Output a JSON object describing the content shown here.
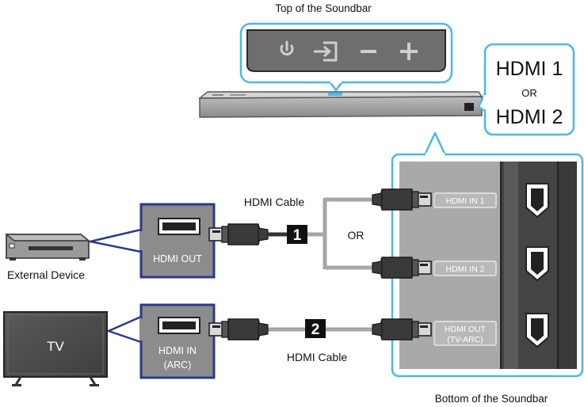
{
  "labels": {
    "top_title": "Top of the Soundbar",
    "bottom_title": "Bottom of the Soundbar",
    "hdmi1": "HDMI 1",
    "or_small": "OR",
    "hdmi2": "HDMI 2",
    "hdmi_cable_top": "HDMI Cable",
    "hdmi_cable_bottom": "HDMI Cable",
    "or_middle": "OR",
    "badge1": "1",
    "badge2": "2",
    "ext_port": "HDMI OUT",
    "ext_device": "External Device",
    "tv_port_line1": "HDMI IN",
    "tv_port_line2": "(ARC)",
    "tv_screen": "TV",
    "port_in1": "HDMI IN 1",
    "port_in2": "HDMI IN 2",
    "port_out_line1": "HDMI OUT",
    "port_out_line2": "(TV-ARC)"
  },
  "top_panel_icons": [
    "power-icon",
    "source-icon",
    "minus-icon",
    "plus-icon"
  ],
  "colors": {
    "callout_blue": "#4cb8e8",
    "callout_navy": "#2b3a8c",
    "device_gray": "#8c8c8c",
    "cable_dark": "#333333",
    "wire_gray": "#a6a6a6",
    "panel_gray": "#a9a9a9",
    "badge_black": "#111111"
  }
}
